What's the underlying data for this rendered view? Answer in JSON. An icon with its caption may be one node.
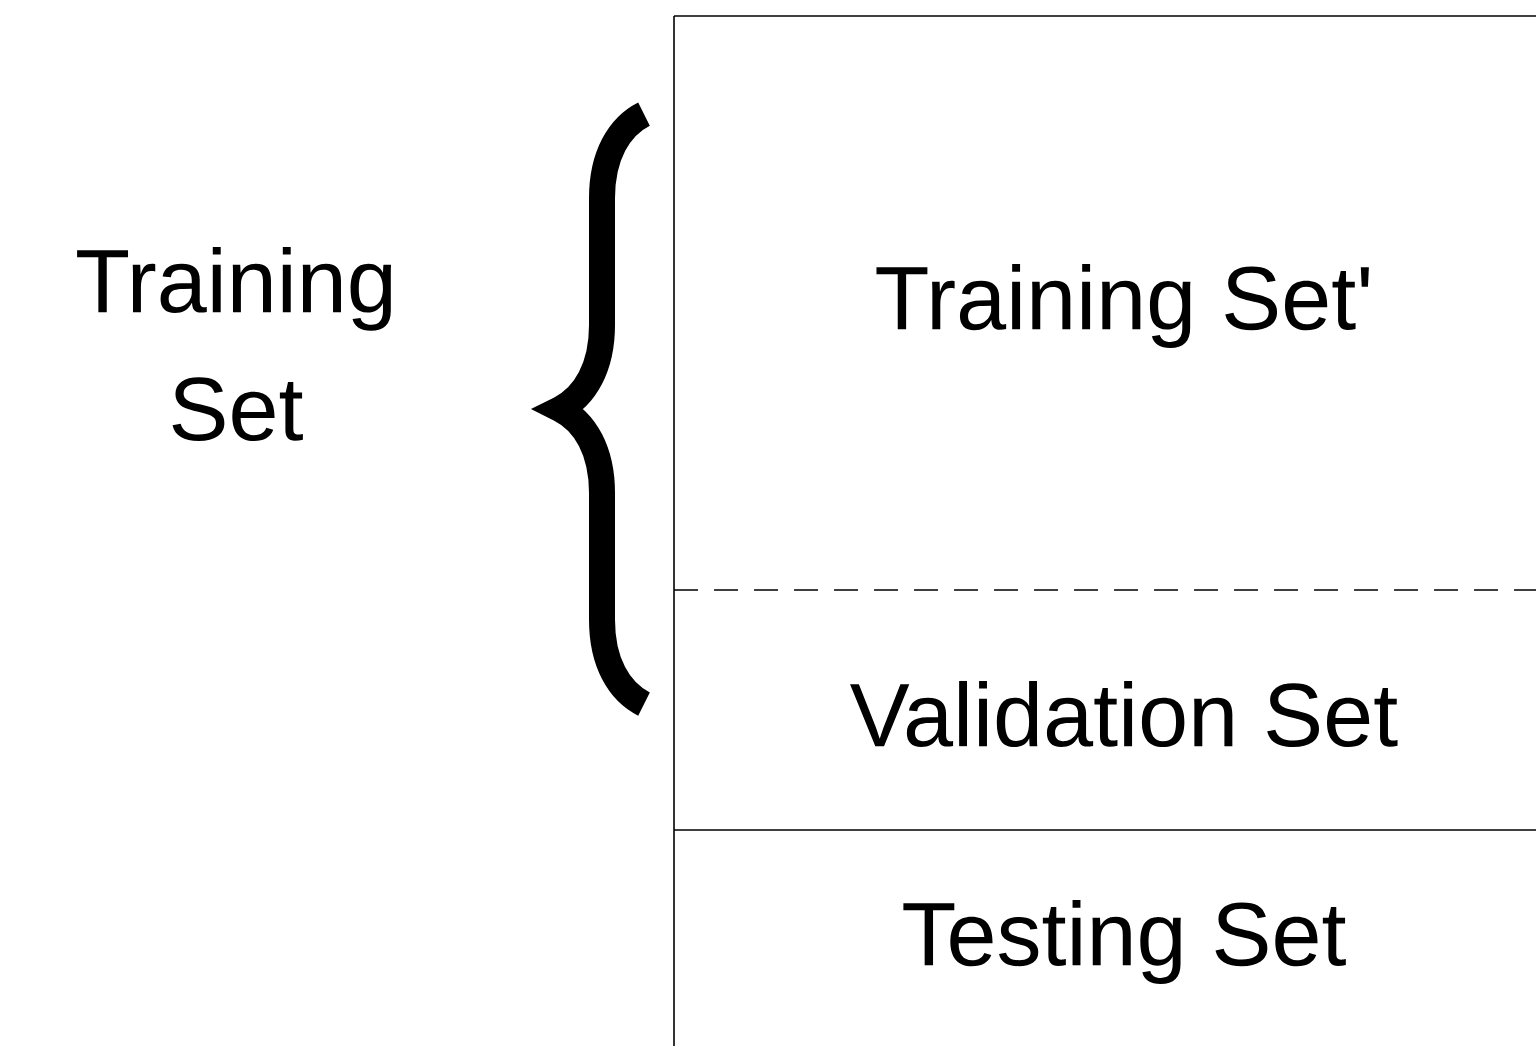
{
  "diagram": {
    "nodes": [
      {
        "text": [
          "Training Set'"
        ]
      },
      {
        "text": [
          "Validation Set"
        ]
      },
      {
        "text": [
          "Testing Set"
        ]
      }
    ],
    "labels": [
      "Training Set"
    ]
  }
}
